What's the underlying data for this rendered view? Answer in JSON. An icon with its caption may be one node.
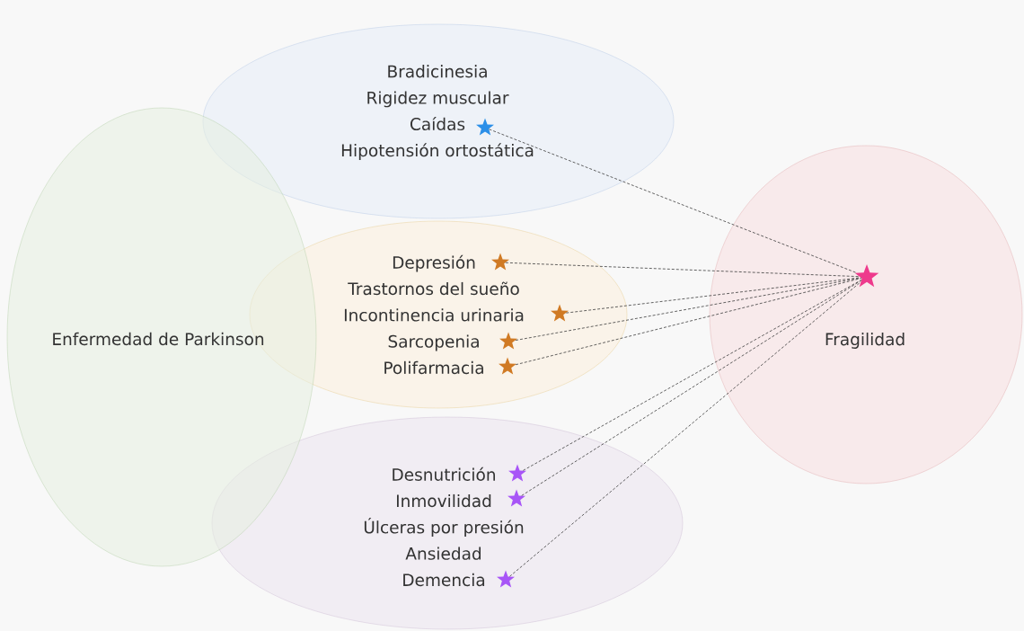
{
  "diagram": {
    "nodes": [
      {
        "text": [
          "Enfermedad de Parkinson"
        ]
      },
      {
        "text": [
          "Bradicinesia",
          "Rigidez muscular",
          "Caídas",
          "Hipotensión ortostática"
        ]
      },
      {
        "text": [],
        "shape": "star",
        "in": 1
      },
      {
        "text": [
          "Depresión",
          "Trastornos del sueño",
          "Incontinencia urinaria",
          "Sarcopenia",
          "Polifarmacia"
        ]
      },
      {
        "text": [],
        "shape": "star",
        "in": 3
      },
      {
        "text": [],
        "shape": "star",
        "in": 3
      },
      {
        "text": [],
        "shape": "star",
        "in": 3
      },
      {
        "text": [],
        "shape": "star",
        "in": 3
      },
      {
        "text": [
          "Desnutrición",
          "Inmovilidad",
          "Úlceras por presión",
          "Ansiedad",
          "Demencia"
        ]
      },
      {
        "text": [],
        "shape": "star",
        "in": 8
      },
      {
        "text": [],
        "shape": "star",
        "in": 8
      },
      {
        "text": [],
        "shape": "star",
        "in": 8
      },
      {
        "text": [
          "Fragilidad"
        ]
      },
      {
        "text": [],
        "shape": "star",
        "in": 12
      }
    ],
    "edges": [
      {
        "from": 2,
        "to": 13,
        "arrow": "none",
        "style": "dashed"
      },
      {
        "from": 4,
        "to": 13,
        "arrow": "none",
        "style": "dashed"
      },
      {
        "from": 5,
        "to": 13,
        "arrow": "none",
        "style": "dashed"
      },
      {
        "from": 6,
        "to": 13,
        "arrow": "none",
        "style": "dashed"
      },
      {
        "from": 7,
        "to": 13,
        "arrow": "none",
        "style": "dashed"
      },
      {
        "from": 9,
        "to": 13,
        "arrow": "none",
        "style": "dashed"
      },
      {
        "from": 10,
        "to": 13,
        "arrow": "none",
        "style": "dashed"
      },
      {
        "from": 11,
        "to": 13,
        "arrow": "none",
        "style": "dashed"
      }
    ]
  }
}
